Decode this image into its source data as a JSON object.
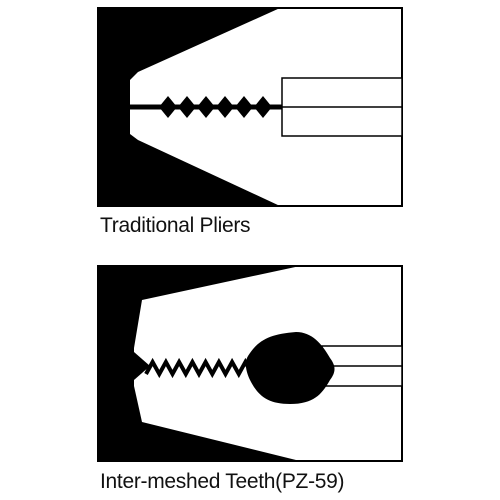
{
  "diagrams": [
    {
      "caption": "Traditional Pliers",
      "tooth_style": "lumps",
      "tooth_count": 6
    },
    {
      "caption": "Inter-meshed Teeth(PZ-59)",
      "tooth_style": "zigzag",
      "tooth_count": 8
    }
  ],
  "colors": {
    "jaw": "#000000",
    "background": "#ffffff",
    "outline": "#000000"
  }
}
